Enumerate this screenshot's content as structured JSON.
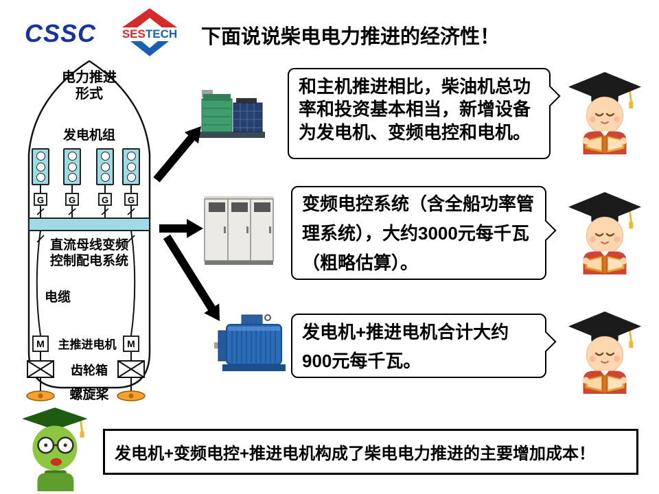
{
  "colors": {
    "cssc_blue": "#16339e",
    "sestech_red": "#d42a2a",
    "sestech_blue": "#1a5fb4",
    "diagram_cyan": "#9edbe4",
    "propeller_orange": "#f5a12c",
    "genset_green": "#3f9e6e",
    "motor_blue": "#2b6cb8",
    "character_body_red": "#cf4436",
    "mascot_green": "#8dc63f"
  },
  "header": {
    "cssc_logo": "CSSC",
    "sestech_ses": "SES",
    "sestech_tech": "TECH",
    "title": "下面说说柴电电力推进的经济性！"
  },
  "ship_diagram": {
    "propulsion_label": "电力推进\n形式",
    "genset_label": "发电机组",
    "generator_letter": "G",
    "bus_label": "直流母线变频\n控制配电系统",
    "cable_label": "电缆",
    "motor_letter": "M",
    "motor_label": "主推进电机",
    "gearbox_label": "齿轮箱",
    "propeller_label": "螺旋桨"
  },
  "callouts": [
    {
      "text": "和主机推进相比，柴油机总功率和投资基本相当，新增设备为发电机、变频电控和电机。"
    },
    {
      "text": "变频电控系统（含全船功率管理系统），大约3000元每千瓦（粗略估算）。"
    },
    {
      "text": "发电机+推进电机合计大约900元每千瓦。"
    }
  ],
  "conclusion": {
    "text": "发电机+变频电控+推进电机构成了柴电电力推进的主要增加成本！"
  }
}
